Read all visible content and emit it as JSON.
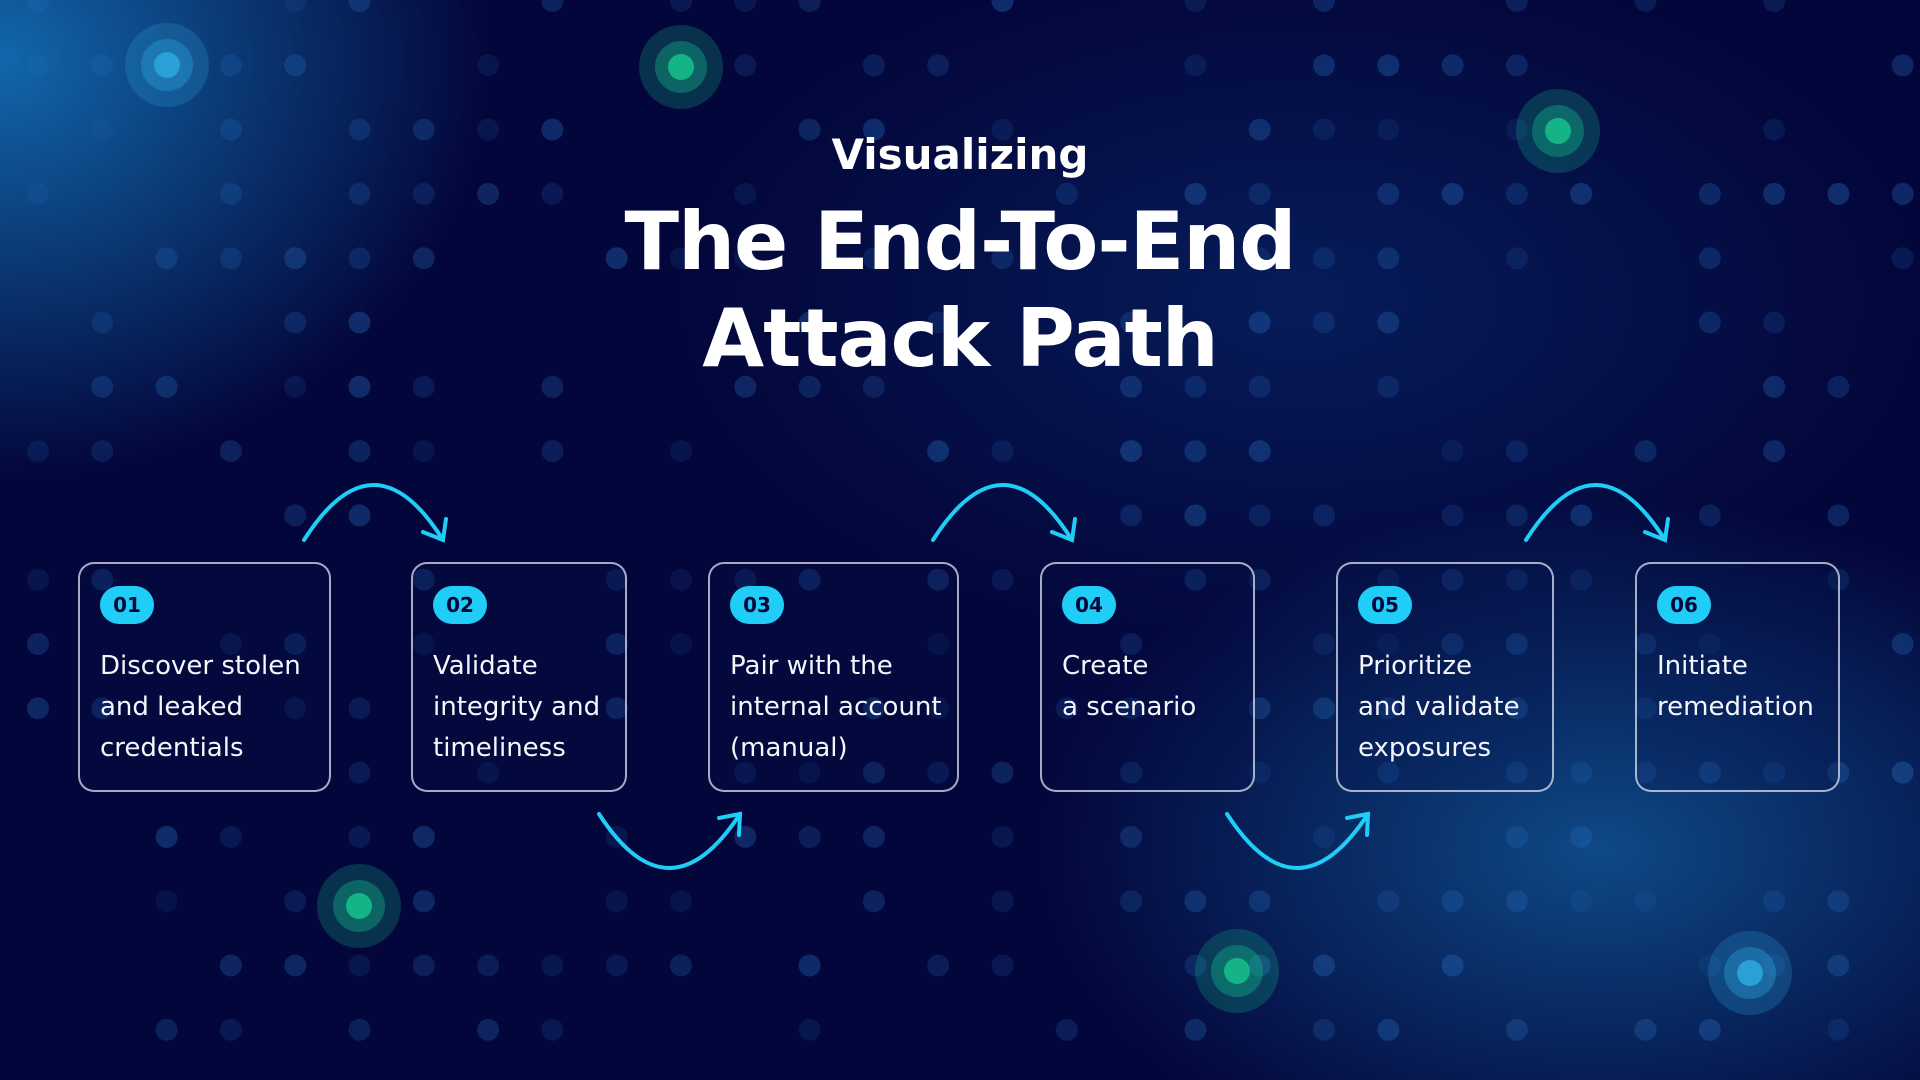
{
  "header": {
    "eyebrow": "Visualizing",
    "title_line1": "The End-To-End",
    "title_line2": "Attack Path"
  },
  "steps": [
    {
      "number": "01",
      "text": "Discover stolen\nand leaked\ncredentials"
    },
    {
      "number": "02",
      "text": "Validate\nintegrity and\ntimeliness"
    },
    {
      "number": "03",
      "text": "Pair with the\ninternal account\n(manual)"
    },
    {
      "number": "04",
      "text": "Create\na scenario"
    },
    {
      "number": "05",
      "text": "Prioritize\nand validate\nexposures"
    },
    {
      "number": "06",
      "text": "Initiate\nremediation"
    }
  ],
  "colors": {
    "accent": "#1fcdf7",
    "background": "#03063a",
    "glow_green": "#14b486"
  }
}
